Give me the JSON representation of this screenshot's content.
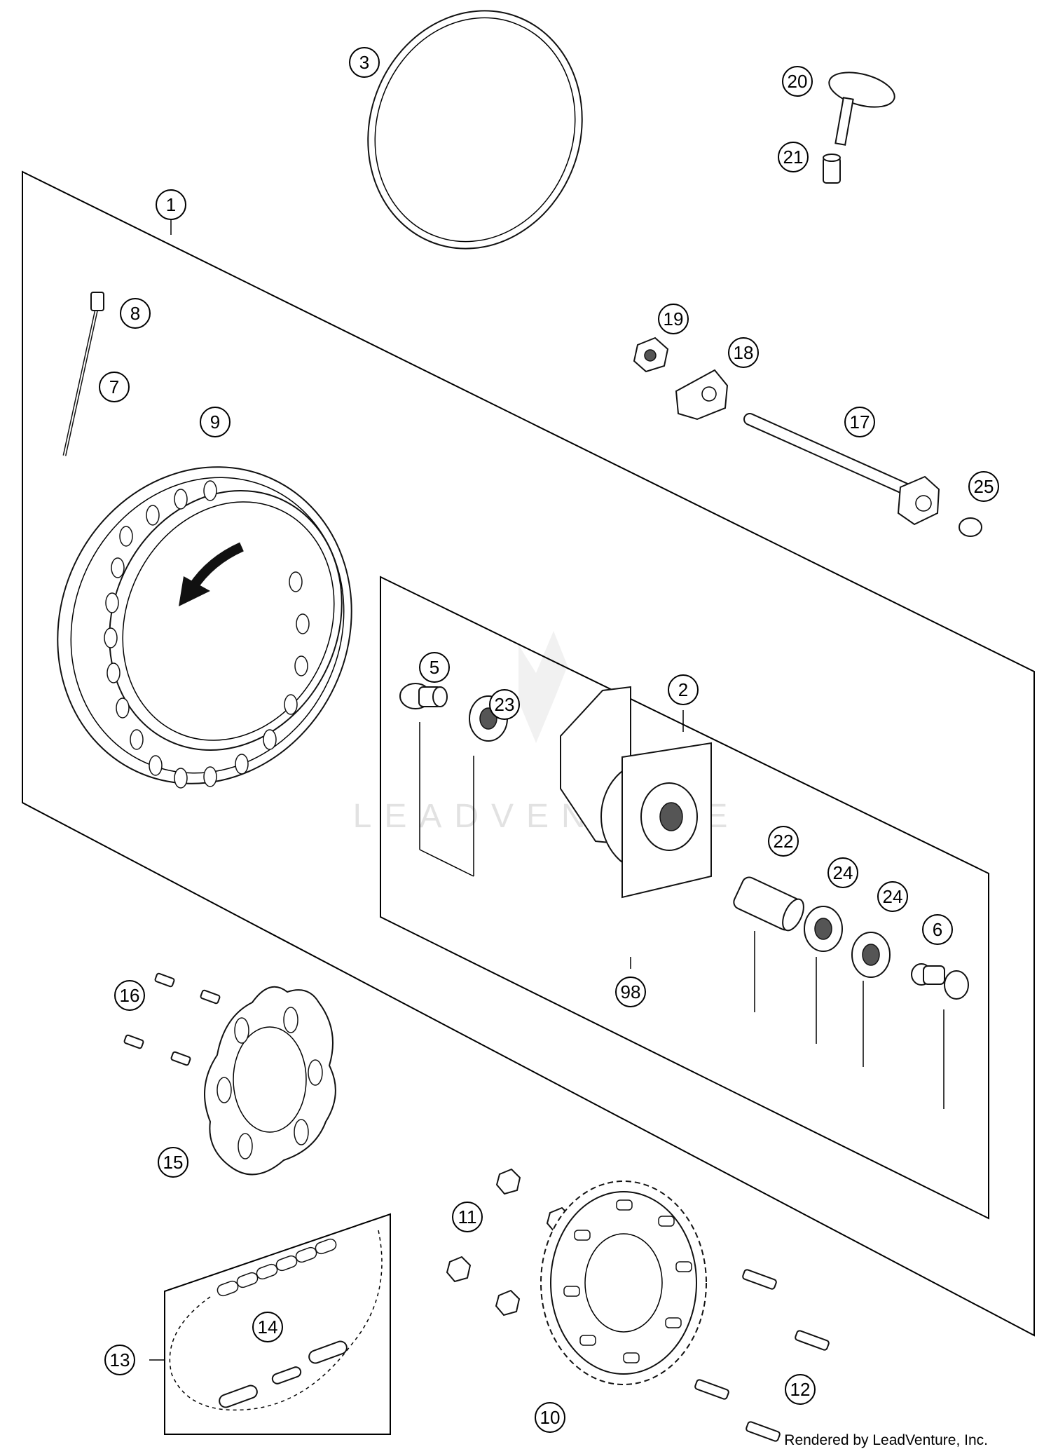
{
  "diagram": {
    "type": "exploded parts diagram",
    "subject": "rear wheel assembly",
    "callouts": [
      {
        "id": "c1",
        "label": "1"
      },
      {
        "id": "c2",
        "label": "2"
      },
      {
        "id": "c3",
        "label": "3"
      },
      {
        "id": "c5",
        "label": "5"
      },
      {
        "id": "c6",
        "label": "6"
      },
      {
        "id": "c7",
        "label": "7"
      },
      {
        "id": "c8",
        "label": "8"
      },
      {
        "id": "c9",
        "label": "9"
      },
      {
        "id": "c10",
        "label": "10"
      },
      {
        "id": "c11",
        "label": "11"
      },
      {
        "id": "c12",
        "label": "12"
      },
      {
        "id": "c13",
        "label": "13"
      },
      {
        "id": "c14",
        "label": "14"
      },
      {
        "id": "c15",
        "label": "15"
      },
      {
        "id": "c16",
        "label": "16"
      },
      {
        "id": "c17",
        "label": "17"
      },
      {
        "id": "c18",
        "label": "18"
      },
      {
        "id": "c19",
        "label": "19"
      },
      {
        "id": "c20",
        "label": "20"
      },
      {
        "id": "c21",
        "label": "21"
      },
      {
        "id": "c22",
        "label": "22"
      },
      {
        "id": "c23",
        "label": "23"
      },
      {
        "id": "c24a",
        "label": "24"
      },
      {
        "id": "c24b",
        "label": "24"
      },
      {
        "id": "c25",
        "label": "25"
      },
      {
        "id": "c98",
        "label": "98"
      }
    ],
    "watermark": "LEADVENTURE",
    "credit": "Rendered by LeadVenture, Inc."
  },
  "colors": {
    "line": "#000000",
    "background": "#ffffff",
    "watermark": "#e2e2e2"
  }
}
